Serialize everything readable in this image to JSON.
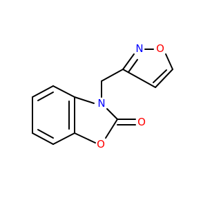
{
  "molecule": {
    "atoms": {
      "n_isoxazole": "N",
      "o_isoxazole": "O",
      "n_benzoxazolone": "N",
      "o_ring": "O",
      "o_carbonyl": "O"
    },
    "colors": {
      "bond": "#000000",
      "nitrogen": "#0000FF",
      "oxygen": "#FF0000",
      "background": "#FFFFFF"
    }
  }
}
